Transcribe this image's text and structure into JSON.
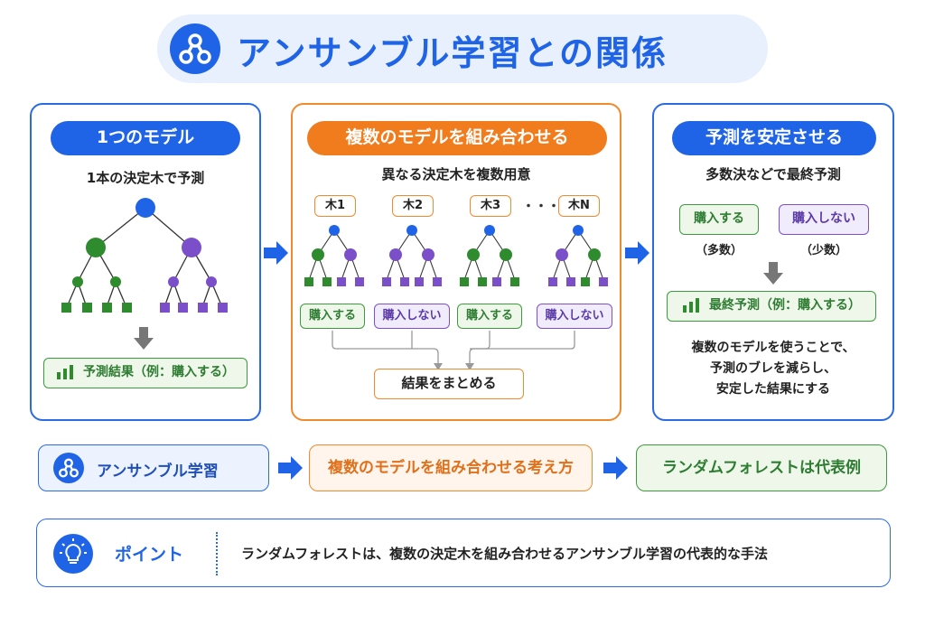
{
  "title": "アンサンブル学習との関係",
  "left": {
    "header": "1つのモデル",
    "subtitle": "1本の決定木で予測",
    "result": "予測結果（例：購入する）"
  },
  "middle": {
    "header": "複数のモデルを組み合わせる",
    "subtitle": "異なる決定木を複数用意",
    "trees": [
      "木1",
      "木2",
      "木3",
      "木N"
    ],
    "ellipsis": "・・・",
    "votes": [
      "購入する",
      "購入しない",
      "購入する",
      "購入しない"
    ],
    "combine": "結果をまとめる"
  },
  "right": {
    "header": "予測を安定させる",
    "subtitle": "多数決などで最終予測",
    "option_buy": "購入する",
    "option_not_buy": "購入しない",
    "majority": "（多数）",
    "minority": "（少数）",
    "final": "最終予測（例：購入する）",
    "note_lines": [
      "複数のモデルを使うことで、",
      "予測のブレを減らし、",
      "安定した結果にする"
    ]
  },
  "flow": {
    "step1": "アンサンブル学習",
    "step2": "複数のモデルを組み合わせる考え方",
    "step3": "ランダムフォレストは代表例"
  },
  "point": {
    "label": "ポイント",
    "text": "ランダムフォレストは、複数の決定木を組み合わせるアンサンブル学習の代表的な手法"
  },
  "colors": {
    "blue": "#1f63e6",
    "orange": "#f07c1e",
    "green": "#2e8b2e",
    "purple": "#7b4fc9",
    "gray_arrow": "#777777"
  }
}
